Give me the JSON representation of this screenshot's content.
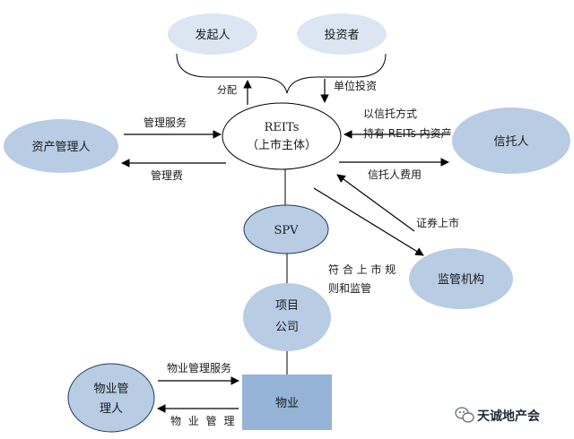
{
  "nodes": {
    "sponsor": "发起人",
    "investor": "投资者",
    "reits_line1": "REITs",
    "reits_line2": "（上市主体）",
    "asset_manager": "资产管理人",
    "trustee": "信托人",
    "spv": "SPV",
    "regulator": "监管机构",
    "project_line1": "项目",
    "project_line2": "公司",
    "property_manager_line1": "物业管",
    "property_manager_line2": "理人",
    "property": "物业"
  },
  "edges": {
    "distribution": "分配",
    "unit_investment": "单位投资",
    "management_service": "管理服务",
    "management_fee": "管理费",
    "trust_line1": "以信托方式",
    "trust_line2": "持有 REITs 内资产",
    "trustee_fee": "信托人费用",
    "securities_listing": "证券上市",
    "compliance_line1": "符 合 上 市 规",
    "compliance_line2": "则和监管",
    "property_management_service": "物业管理服务",
    "property_management": "物 业 管 理"
  },
  "watermark": {
    "text": "天诚地产会",
    "icon": "wechat-icon"
  },
  "colors": {
    "node_fill": "#b8cce4",
    "light_node_fill": "#dce6f2",
    "reits_fill": "#ffffff",
    "stroke": "#000000"
  }
}
